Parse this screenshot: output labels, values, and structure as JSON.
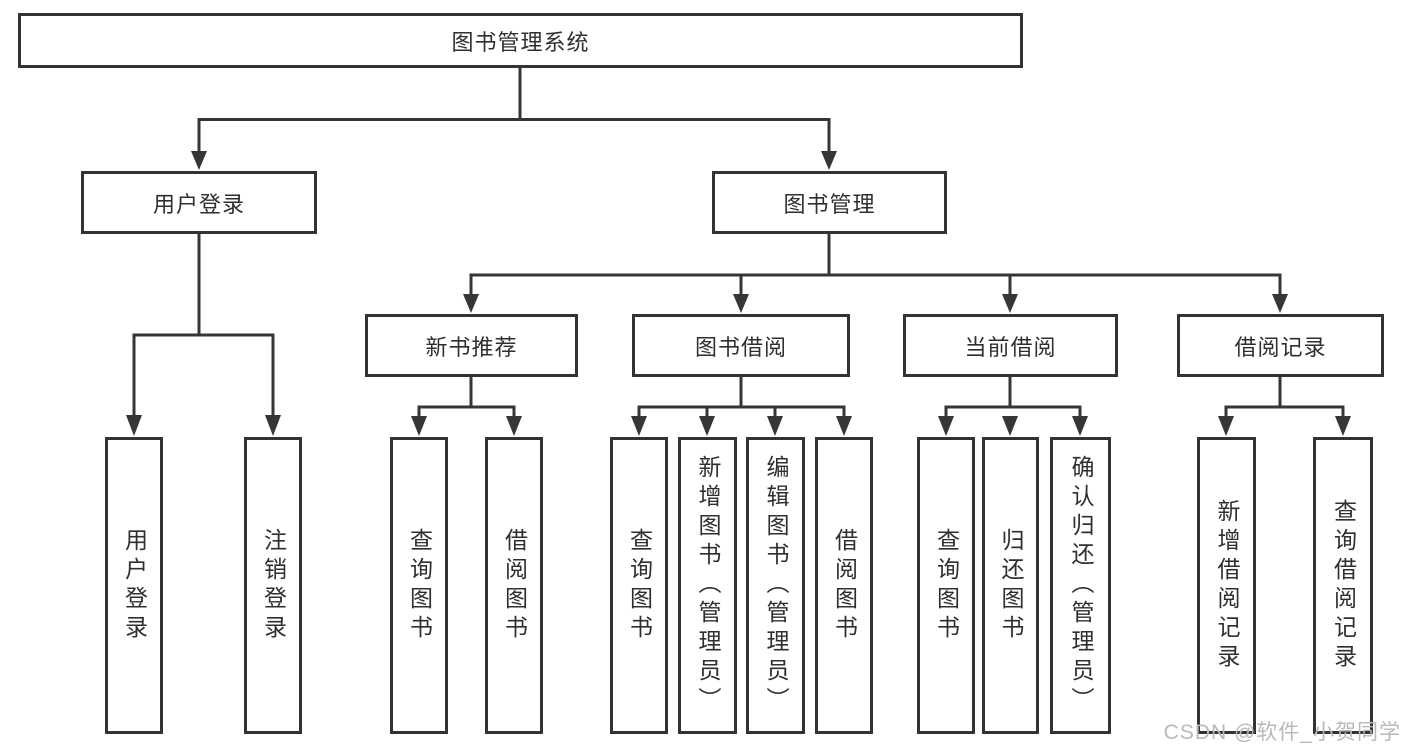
{
  "colors": {
    "line": "#363636",
    "node_border": "#333333",
    "node_text": "#2f2f2f",
    "node_background": "#ffffff",
    "page_background": "#ffffff",
    "watermark_text": "#b9b9b9"
  },
  "tree": {
    "root": {
      "label": "图书管理系统",
      "children": [
        {
          "label": "用户登录",
          "children": [
            {
              "label": "用户登录"
            },
            {
              "label": "注销登录"
            }
          ]
        },
        {
          "label": "图书管理",
          "children": [
            {
              "label": "新书推荐",
              "children": [
                {
                  "label": "查询图书"
                },
                {
                  "label": "借阅图书"
                }
              ]
            },
            {
              "label": "图书借阅",
              "children": [
                {
                  "label": "查询图书"
                },
                {
                  "label": "新增图书（管理员）"
                },
                {
                  "label": "编辑图书（管理员）"
                },
                {
                  "label": "借阅图书"
                }
              ]
            },
            {
              "label": "当前借阅",
              "children": [
                {
                  "label": "查询图书"
                },
                {
                  "label": "归还图书"
                },
                {
                  "label": "确认归还（管理员）"
                }
              ]
            },
            {
              "label": "借阅记录",
              "children": [
                {
                  "label": "新增借阅记录"
                },
                {
                  "label": "查询借阅记录"
                }
              ]
            }
          ]
        }
      ]
    }
  },
  "watermark": "CSDN @软件_小贺同学"
}
